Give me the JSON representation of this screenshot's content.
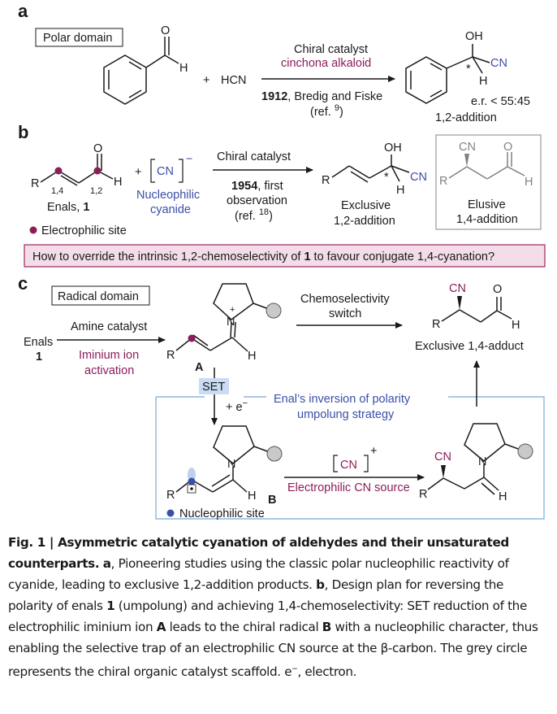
{
  "panels": {
    "a": {
      "letter": "a",
      "domain_label": "Polar domain",
      "hcn": "HCN",
      "plus": "+",
      "o": "O",
      "h": "H",
      "oh": "OH",
      "cn": "CN",
      "star": "*",
      "catalyst_title": "Chiral catalyst",
      "catalyst_name": "cinchona alkaloid",
      "year": "1912",
      "authors": ", Bredig and Fiske",
      "ref": "(ref. ",
      "ref_num": "9",
      "ref_close": ")",
      "er": "e.r. < 55:45",
      "outcome": "1,2-addition"
    },
    "b": {
      "letter": "b",
      "r": "R",
      "o": "O",
      "h": "H",
      "oh": "OH",
      "cn": "CN",
      "star": "*",
      "pos14": "1,4",
      "pos12": "1,2",
      "enals_label": "Enals, ",
      "enals_num": "1",
      "plus": "+",
      "cyanide_box": "CN",
      "cyanide_charge": "−",
      "cyanide_label1": "Nucleophilic",
      "cyanide_label2": "cyanide",
      "catalyst_title": "Chiral catalyst",
      "year": "1954",
      "year_suffix": ", first",
      "obs": "observation",
      "ref": "(ref. ",
      "ref_num": "18",
      "ref_close": ")",
      "exclusive1": "Exclusive",
      "exclusive2": "1,2-addition",
      "elusive1": "Elusive",
      "elusive2": "1,4-addition",
      "electrophilic_site": "Electrophilic site",
      "question_pre": "How to override the intrinsic 1,2-chemoselectivity of ",
      "question_num": "1",
      "question_post": " to favour conjugate 1,4-cyanation?"
    },
    "c": {
      "letter": "c",
      "domain_label": "Radical domain",
      "enals": "Enals",
      "enals_num": "1",
      "amine_catalyst": "Amine catalyst",
      "iminium1": "Iminium ion",
      "iminium2": "activation",
      "r": "R",
      "h": "H",
      "n": "N",
      "plus": "+",
      "label_a": "A",
      "label_b": "B",
      "set": "SET",
      "electron": "+ e",
      "electron_charge": "−",
      "switch1": "Chemoselectivity",
      "switch2": "switch",
      "cn": "CN",
      "o": "O",
      "adduct": "Exclusive 1,4-adduct",
      "inversion1": "Enal’s inversion of polarity",
      "inversion2": "umpolung strategy",
      "cn_source_box": "CN",
      "cn_source_charge": "+",
      "cn_source_label": "Electrophilic CN source",
      "nucleophilic_site": "Nucleophilic site"
    }
  },
  "colors": {
    "purple": "#8c1d5b",
    "blue": "#3a4fa8",
    "set_fill": "#c9dcf2",
    "frame": "#8fb6de",
    "grey_circle": "#c9c9c9",
    "question_fill": "#f3dde8",
    "question_border": "#9a2860"
  },
  "caption": {
    "fig": "Fig. 1 | ",
    "title": "Asymmetric catalytic cyanation of aldehydes and their unsaturated counterparts.",
    "a_letter": "a",
    "a_text": ", Pioneering studies using the classic polar nucleophilic reactivity of cyanide, leading to exclusive 1,2-addition products. ",
    "b_letter": "b",
    "b_text1": ", Design plan for reversing the polarity of enals ",
    "num1": "1",
    "b_text2": " (umpolung) and achieving 1,4-chemoselectivity: SET reduction of the electrophilic iminium ion ",
    "A": "A",
    "b_text3": " leads to the chiral radical ",
    "B": "B",
    "b_text4": " with a nucleophilic character, thus enabling the selective trap of an electrophilic CN source at the β-carbon. The grey circle represents the chiral organic catalyst scaffold. e",
    "e_sup": "−",
    "b_text5": ", electron."
  }
}
